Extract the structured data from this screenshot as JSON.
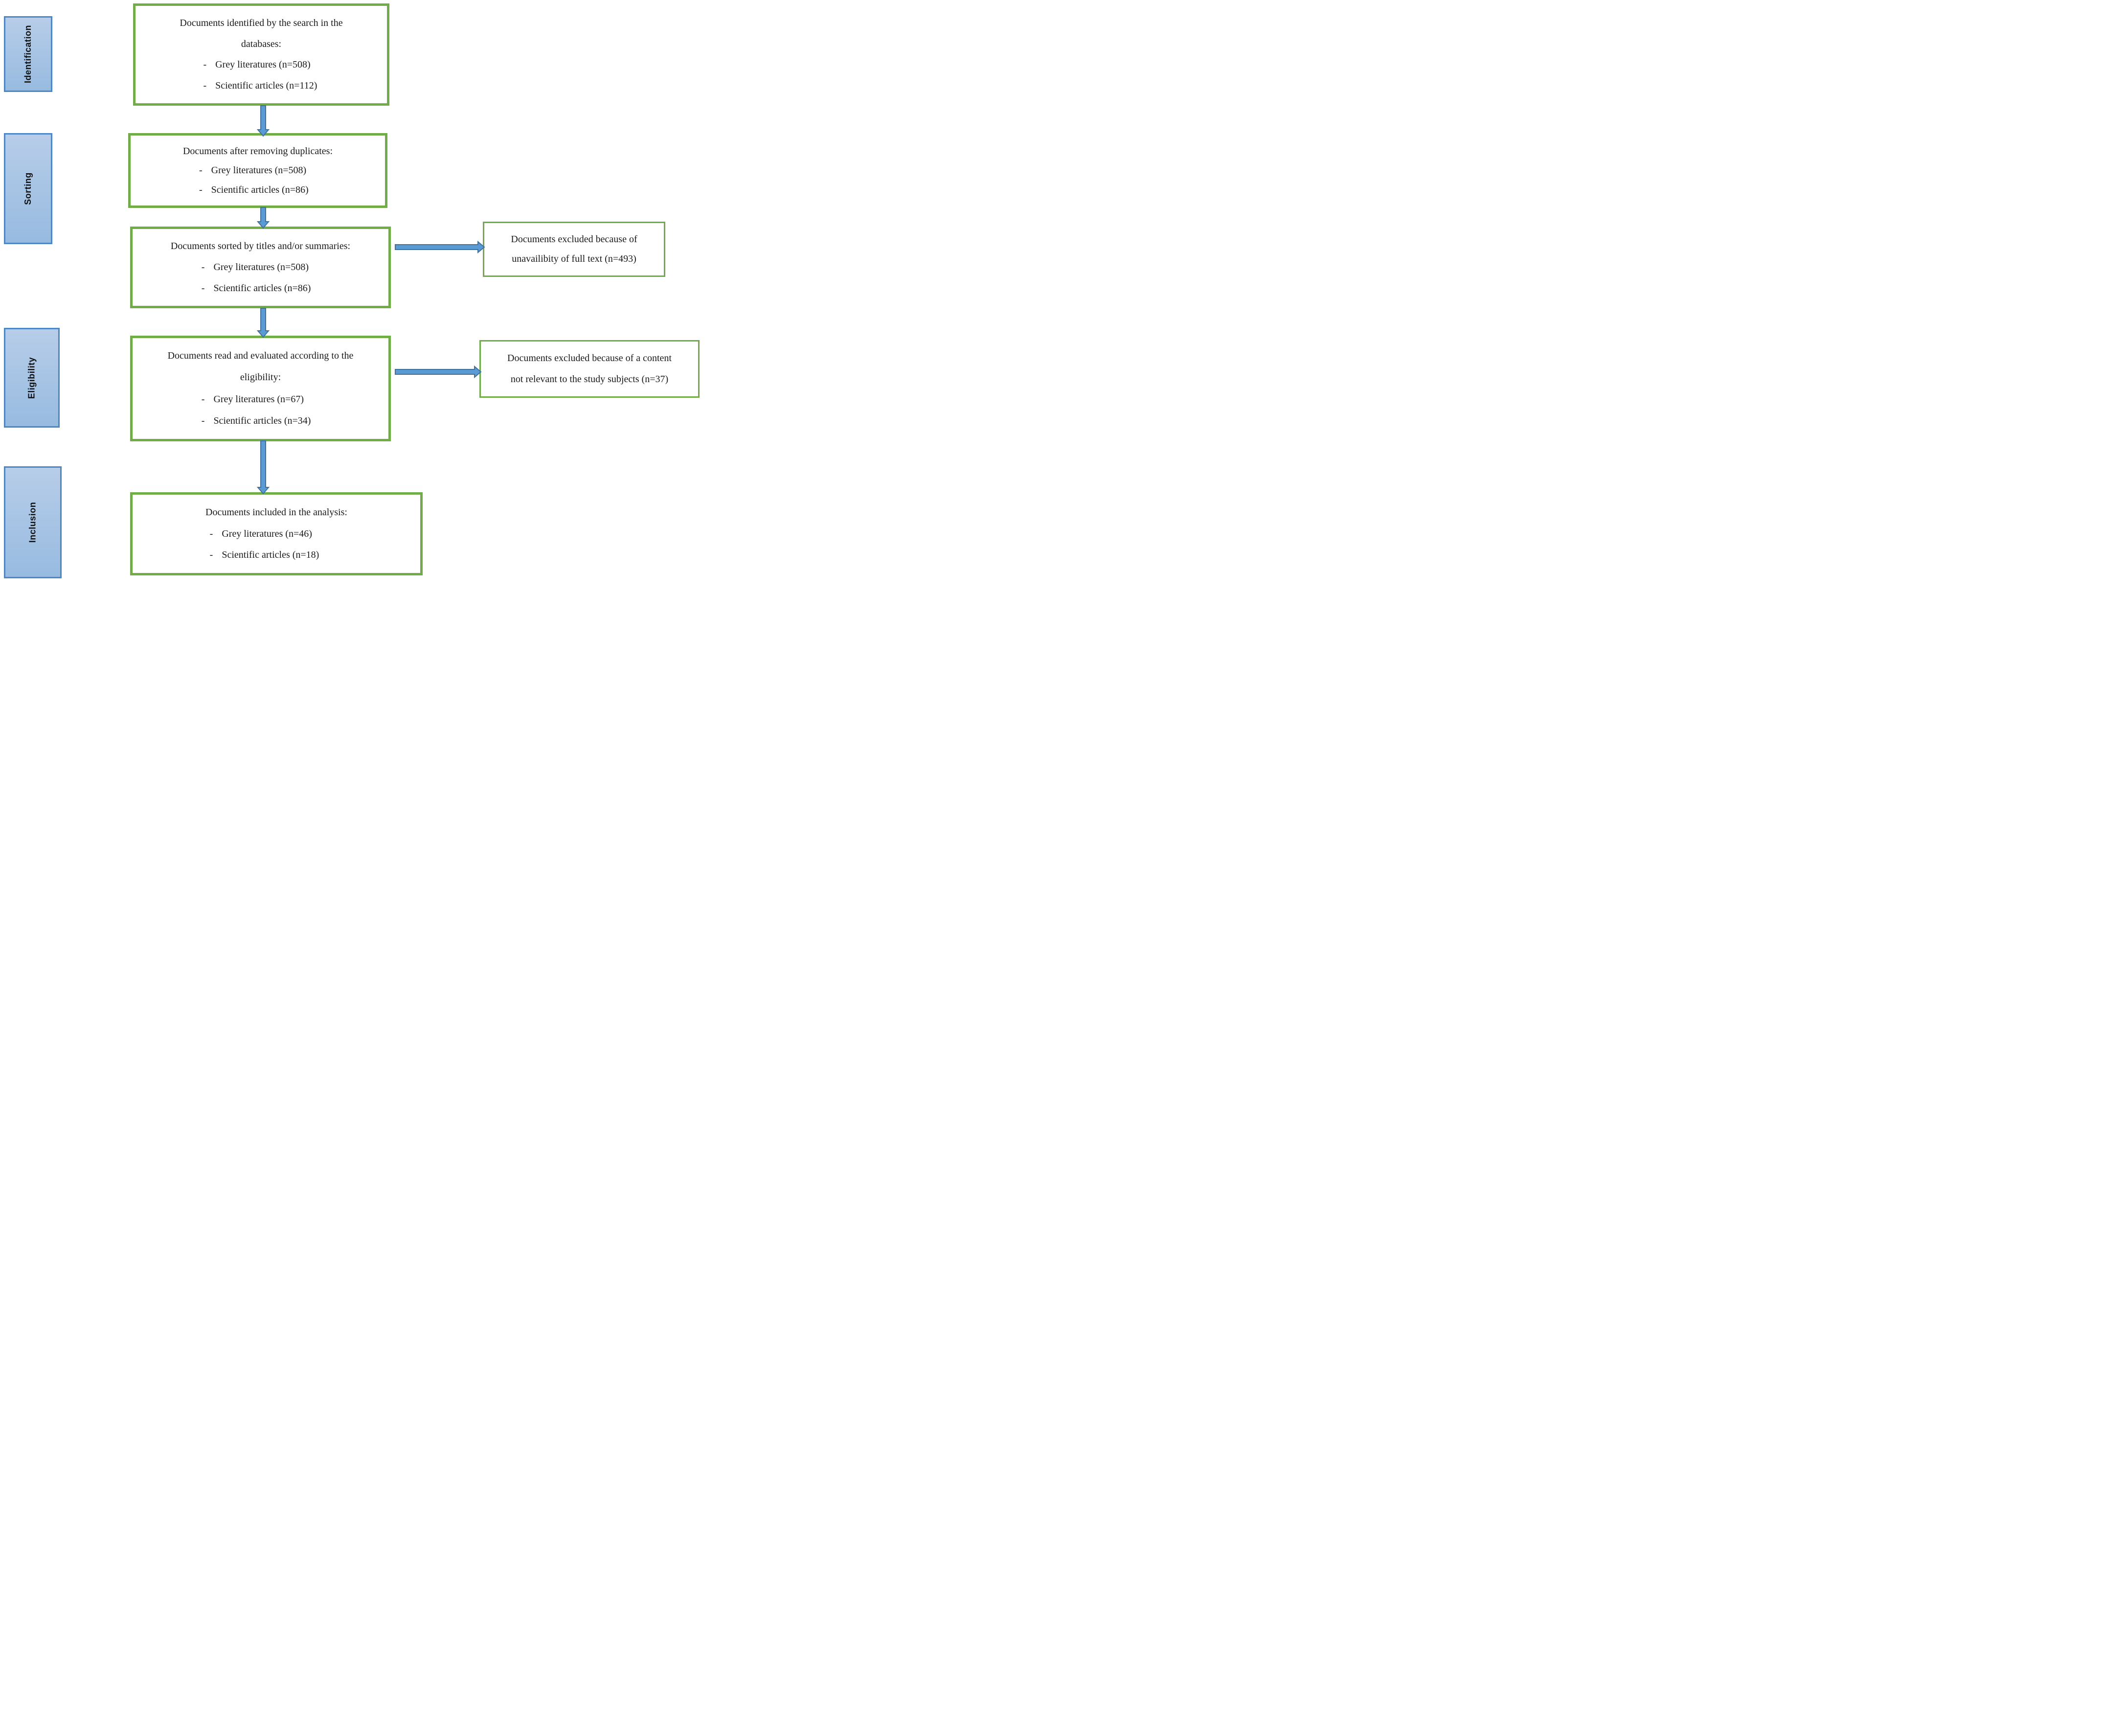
{
  "diagram": {
    "stages": [
      {
        "label": "Identification"
      },
      {
        "label": "Sorting"
      },
      {
        "label": "Eligibility"
      },
      {
        "label": "Inclusion"
      }
    ],
    "bullet": "-",
    "flow_boxes": [
      {
        "title_lines": [
          "Documents identified by the search in the",
          "databases:"
        ],
        "items": [
          "Grey literatures (n=508)",
          "Scientific articles (n=112)"
        ]
      },
      {
        "title_lines": [
          "Documents after removing duplicates:"
        ],
        "items": [
          "Grey literatures (n=508)",
          "Scientific articles (n=86)"
        ]
      },
      {
        "title_lines": [
          "Documents sorted by titles and/or summaries:"
        ],
        "items": [
          "Grey literatures (n=508)",
          "Scientific articles (n=86)"
        ]
      },
      {
        "title_lines": [
          "Documents read and evaluated according to the",
          "eligibility:"
        ],
        "items": [
          "Grey literatures (n=67)",
          "Scientific articles (n=34)"
        ]
      },
      {
        "title_lines": [
          "Documents included in the analysis:"
        ],
        "items": [
          "Grey literatures (n=46)",
          "Scientific articles (n=18)"
        ]
      }
    ],
    "exclusion_boxes": [
      {
        "lines": [
          "Documents excluded because of",
          "unavailibity of full text (n=493)"
        ]
      },
      {
        "lines": [
          "Documents excluded because of a content",
          "not relevant to the study subjects (n=37)"
        ]
      }
    ]
  },
  "colors": {
    "box_border_green": "#70ad47",
    "arrow_fill": "#5b9bd5",
    "arrow_outline": "#41719c",
    "stage_fill_top": "#b7cde9",
    "stage_fill_bottom": "#97bbe0",
    "stage_border": "#4e87c6",
    "text": "#1a1a1a"
  }
}
